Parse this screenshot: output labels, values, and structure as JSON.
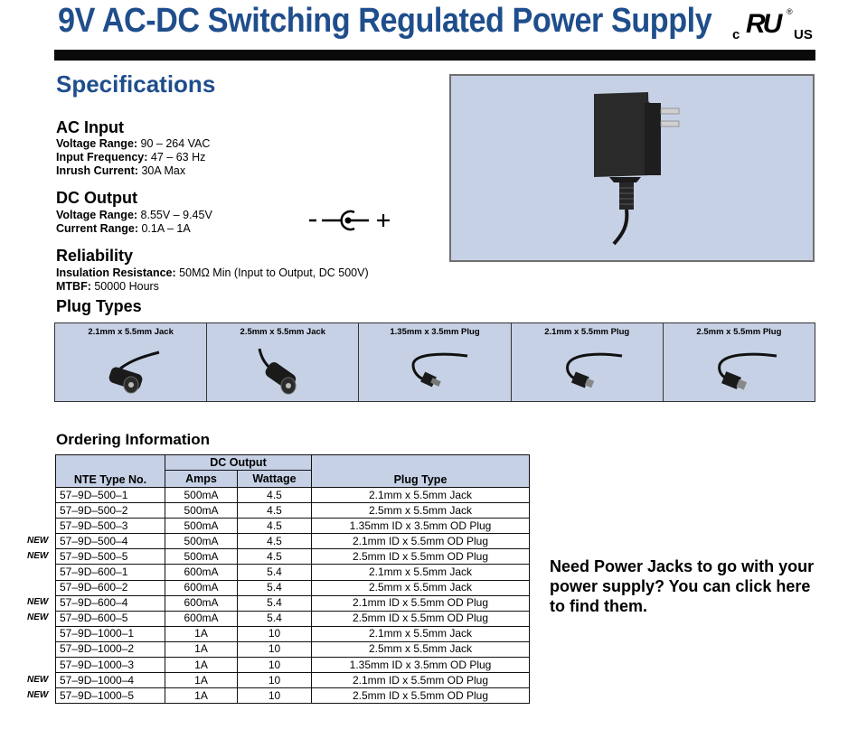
{
  "header": {
    "title": "9V AC-DC Switching Regulated Power Supply",
    "cert": {
      "c": "c",
      "ru": "RU",
      "us": "US",
      "reg": "®"
    }
  },
  "specs": {
    "heading": "Specifications",
    "ac_input": {
      "heading": "AC Input",
      "rows": [
        {
          "label": "Voltage Range:",
          "value": "90 – 264 VAC"
        },
        {
          "label": "Input Frequency:",
          "value": "47 – 63 Hz"
        },
        {
          "label": "Inrush Current:",
          "value": "30A Max"
        }
      ]
    },
    "dc_output": {
      "heading": "DC Output",
      "rows": [
        {
          "label": "Voltage Range:",
          "value": "8.55V – 9.45V"
        },
        {
          "label": "Current Range:",
          "value": "0.1A – 1A"
        }
      ],
      "polarity": {
        "minus": "–",
        "plus": "+"
      }
    },
    "reliability": {
      "heading": "Reliability",
      "rows": [
        {
          "label": "Insulation Resistance:",
          "value": "50MΩ Min (Input to Output, DC 500V)"
        },
        {
          "label": "MTBF:",
          "value": "50000 Hours"
        }
      ]
    }
  },
  "plug_types": {
    "heading": "Plug Types",
    "items": [
      {
        "label": "2.1mm x 5.5mm Jack",
        "icon": "jack-icon"
      },
      {
        "label": "2.5mm x 5.5mm Jack",
        "icon": "jack-icon"
      },
      {
        "label": "1.35mm x 3.5mm Plug",
        "icon": "plug-icon"
      },
      {
        "label": "2.1mm x 5.5mm Plug",
        "icon": "plug-icon"
      },
      {
        "label": "2.5mm x 5.5mm Plug",
        "icon": "plug-icon"
      }
    ]
  },
  "ordering": {
    "heading": "Ordering Information",
    "headers": {
      "type": "NTE Type No.",
      "dc_output": "DC Output",
      "amps": "Amps",
      "wattage": "Wattage",
      "plug": "Plug Type"
    },
    "new_label": "NEW",
    "rows": [
      {
        "type": "57–9D–500–1",
        "amps": "500mA",
        "watt": "4.5",
        "plug": "2.1mm x 5.5mm Jack",
        "new": false
      },
      {
        "type": "57–9D–500–2",
        "amps": "500mA",
        "watt": "4.5",
        "plug": "2.5mm x 5.5mm Jack",
        "new": false
      },
      {
        "type": "57–9D–500–3",
        "amps": "500mA",
        "watt": "4.5",
        "plug": "1.35mm ID x 3.5mm OD Plug",
        "new": false
      },
      {
        "type": "57–9D–500–4",
        "amps": "500mA",
        "watt": "4.5",
        "plug": "2.1mm ID x 5.5mm OD Plug",
        "new": true
      },
      {
        "type": "57–9D–500–5",
        "amps": "500mA",
        "watt": "4.5",
        "plug": "2.5mm ID x 5.5mm OD Plug",
        "new": true
      },
      {
        "type": "57–9D–600–1",
        "amps": "600mA",
        "watt": "5.4",
        "plug": "2.1mm x 5.5mm Jack",
        "new": false
      },
      {
        "type": "57–9D–600–2",
        "amps": "600mA",
        "watt": "5.4",
        "plug": "2.5mm x 5.5mm Jack",
        "new": false
      },
      {
        "type": "57–9D–600–4",
        "amps": "600mA",
        "watt": "5.4",
        "plug": "2.1mm ID x 5.5mm OD Plug",
        "new": true
      },
      {
        "type": "57–9D–600–5",
        "amps": "600mA",
        "watt": "5.4",
        "plug": "2.5mm ID x 5.5mm OD Plug",
        "new": true
      },
      {
        "type": "57–9D–1000–1",
        "amps": "1A",
        "watt": "10",
        "plug": "2.1mm x 5.5mm Jack",
        "new": false
      },
      {
        "type": "57–9D–1000–2",
        "amps": "1A",
        "watt": "10",
        "plug": "2.5mm x 5.5mm Jack",
        "new": false
      },
      {
        "type": "57–9D–1000–3",
        "amps": "1A",
        "watt": "10",
        "plug": "1.35mm ID x 3.5mm OD Plug",
        "new": false
      },
      {
        "type": "57–9D–1000–4",
        "amps": "1A",
        "watt": "10",
        "plug": "2.1mm ID x 5.5mm OD Plug",
        "new": true
      },
      {
        "type": "57–9D–1000–5",
        "amps": "1A",
        "watt": "10",
        "plug": "2.5mm ID x 5.5mm OD Plug",
        "new": true
      }
    ]
  },
  "cta": {
    "text": "Need Power Jacks to go with your power supply? You can click here to find them."
  },
  "colors": {
    "brand": "#1f4e8c",
    "panel": "#c6d1e6"
  }
}
